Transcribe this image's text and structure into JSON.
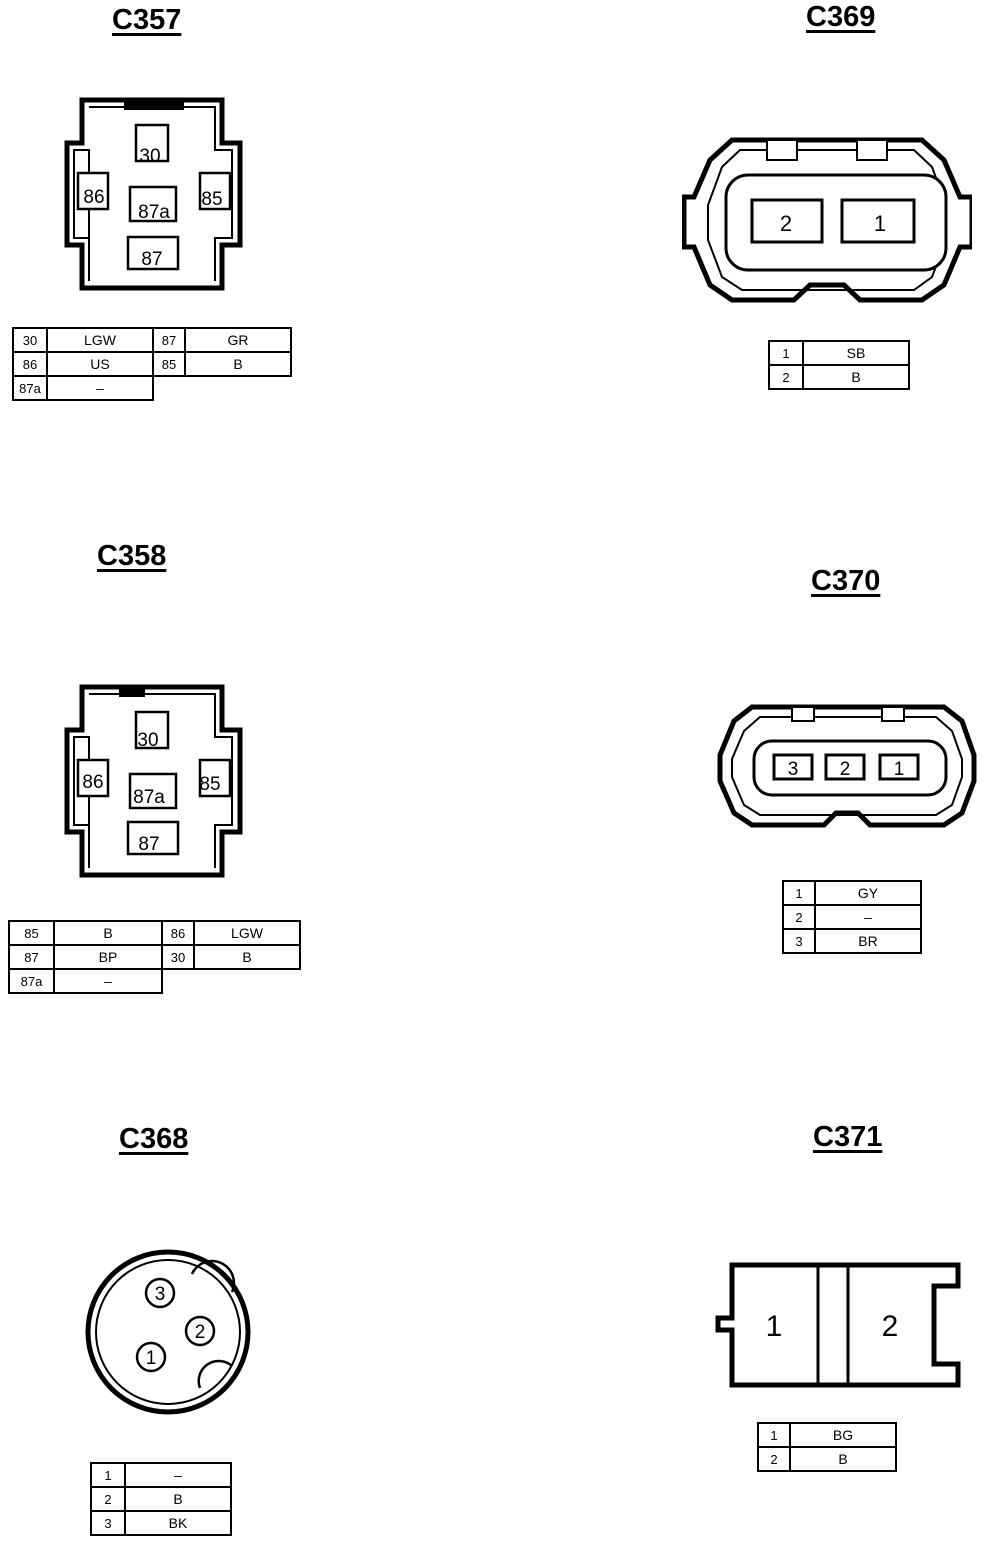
{
  "connectors": [
    {
      "id": "c357",
      "title": "C357",
      "cavities": [
        "30",
        "86",
        "87a",
        "85",
        "87"
      ],
      "pinout": [
        [
          {
            "pin": "30",
            "wire": "LGW"
          },
          {
            "pin": "87",
            "wire": "GR"
          }
        ],
        [
          {
            "pin": "86",
            "wire": "US"
          },
          {
            "pin": "85",
            "wire": "B"
          }
        ],
        [
          {
            "pin": "87a",
            "wire": "–"
          }
        ]
      ]
    },
    {
      "id": "c358",
      "title": "C358",
      "cavities": [
        "30",
        "86",
        "87a",
        "85",
        "87"
      ],
      "pinout": [
        [
          {
            "pin": "85",
            "wire": "B"
          },
          {
            "pin": "86",
            "wire": "LGW"
          }
        ],
        [
          {
            "pin": "87",
            "wire": "BP"
          },
          {
            "pin": "30",
            "wire": "B"
          }
        ],
        [
          {
            "pin": "87a",
            "wire": "–"
          }
        ]
      ]
    },
    {
      "id": "c368",
      "title": "C368",
      "cavities": [
        "3",
        "2",
        "1"
      ],
      "pinout": [
        [
          {
            "pin": "1",
            "wire": "–"
          }
        ],
        [
          {
            "pin": "2",
            "wire": "B"
          }
        ],
        [
          {
            "pin": "3",
            "wire": "BK"
          }
        ]
      ]
    },
    {
      "id": "c369",
      "title": "C369",
      "cavities": [
        "2",
        "1"
      ],
      "pinout": [
        [
          {
            "pin": "1",
            "wire": "SB"
          }
        ],
        [
          {
            "pin": "2",
            "wire": "B"
          }
        ]
      ]
    },
    {
      "id": "c370",
      "title": "C370",
      "cavities": [
        "3",
        "2",
        "1"
      ],
      "pinout": [
        [
          {
            "pin": "1",
            "wire": "GY"
          }
        ],
        [
          {
            "pin": "2",
            "wire": "–"
          }
        ],
        [
          {
            "pin": "3",
            "wire": "BR"
          }
        ]
      ]
    },
    {
      "id": "c371",
      "title": "C371",
      "cavities": [
        "1",
        "2"
      ],
      "pinout": [
        [
          {
            "pin": "1",
            "wire": "BG"
          }
        ],
        [
          {
            "pin": "2",
            "wire": "B"
          }
        ]
      ]
    }
  ]
}
